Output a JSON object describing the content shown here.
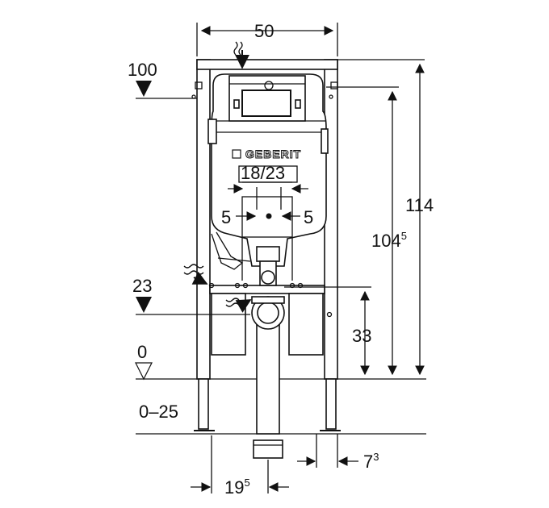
{
  "diagram": {
    "brand": "GEBERIT",
    "dimensions": {
      "width": "50",
      "level_top": "100",
      "level_mid": "23",
      "level_floor": "0",
      "floor_range": "0–25",
      "plate_spacing": "18/23",
      "offset_left": "5",
      "offset_right": "5",
      "total_height": "114",
      "height_main": "104",
      "height_main_sup": "5",
      "drain_height": "33",
      "depth_main": "7",
      "depth_main_sup": "3",
      "axis_offset_main": "19",
      "axis_offset_sup": "5"
    }
  }
}
